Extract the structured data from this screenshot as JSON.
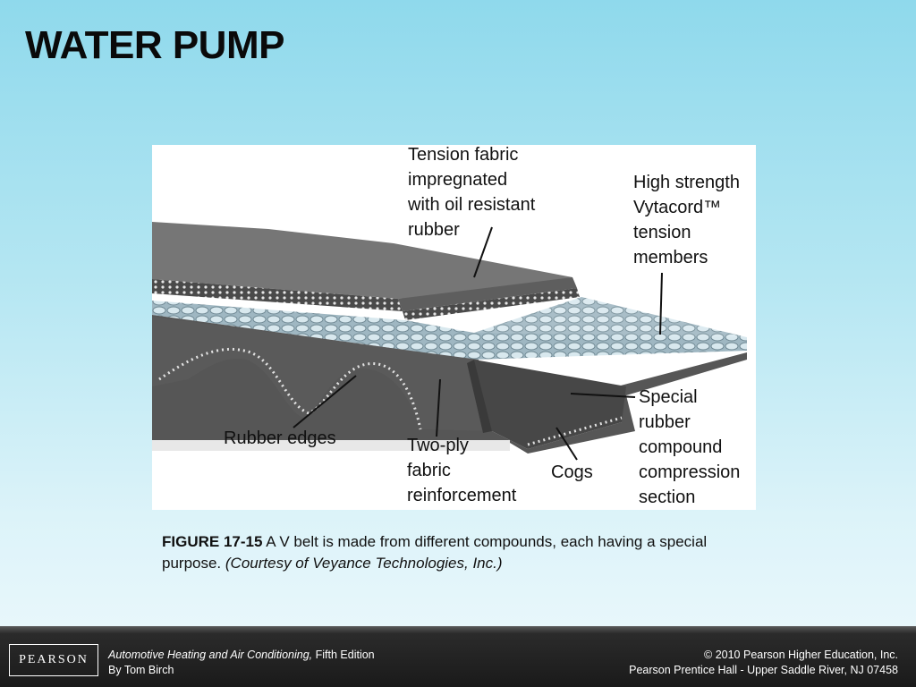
{
  "slide": {
    "title": "WATER PUMP"
  },
  "figure": {
    "labels": {
      "tension_fabric": "Tension fabric\nimpregnated\nwith oil resistant\nrubber",
      "high_strength": "High strength\nVytacord™\ntension\nmembers",
      "special_rubber": "Special\nrubber\ncompound\ncompression\nsection",
      "rubber_edges": "Rubber edges",
      "two_ply": "Two-ply\nfabric\nreinforcement",
      "cogs": "Cogs"
    }
  },
  "caption": {
    "figure_number": "FIGURE 17-15",
    "text": " A V belt is made from different compounds, each having a special purpose. ",
    "credit": "(Courtesy of Veyance Technologies, Inc.)"
  },
  "footer": {
    "logo_text": "PEARSON",
    "book_title": "Automotive Heating and Air Conditioning,",
    "edition": " Fifth Edition",
    "author": "By Tom Birch",
    "copyright": "© 2010 Pearson Higher Education, Inc.",
    "publisher": "Pearson Prentice Hall - Upper Saddle River, NJ 07458"
  },
  "colors": {
    "belt_body": "#5a5a5a",
    "belt_dark": "#3e3e3e",
    "belt_top": "#767676",
    "cord": "#bcd3dc"
  }
}
